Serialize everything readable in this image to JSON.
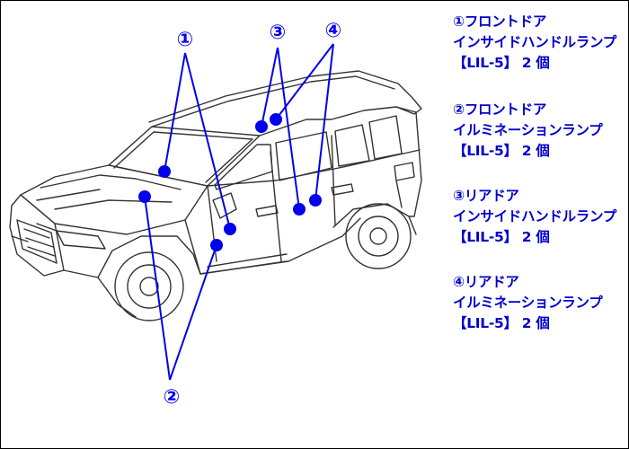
{
  "callouts": [
    {
      "number": "①",
      "title": "フロントドア",
      "subtitle": "インサイドハンドルランプ",
      "spec": "【LIL-5】 2 個"
    },
    {
      "number": "②",
      "title": "フロントドア",
      "subtitle": "イルミネーションランプ",
      "spec": "【LIL-5】 2 個"
    },
    {
      "number": "③",
      "title": "リアドア",
      "subtitle": "インサイドハンドルランプ",
      "spec": "【LIL-5】 2 個"
    },
    {
      "number": "④",
      "title": "リアドア",
      "subtitle": "イルミネーションランプ",
      "spec": "【LIL-5】 2 個"
    }
  ],
  "markers": [
    "①",
    "②",
    "③",
    "④"
  ],
  "colors": {
    "callout_blue": "#0000ee",
    "outline": "#333333",
    "border": "#000000"
  }
}
